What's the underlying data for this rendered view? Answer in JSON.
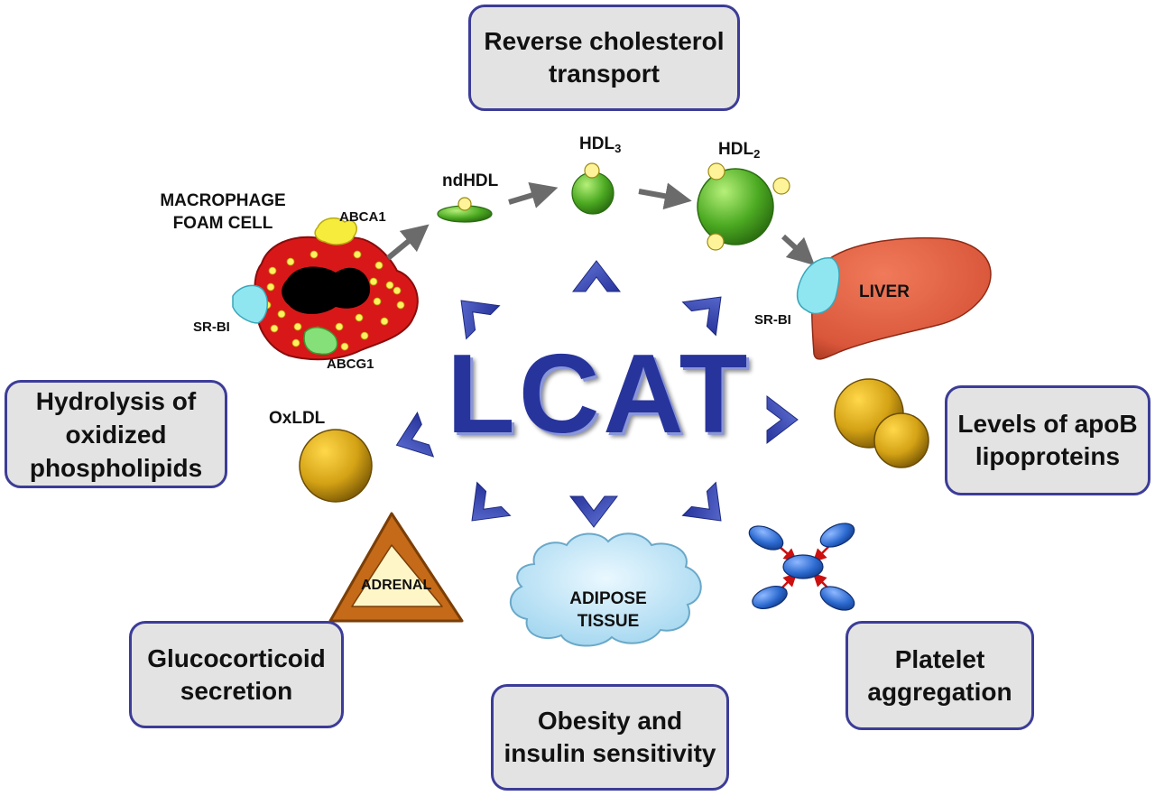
{
  "center": {
    "title": "LCAT"
  },
  "boxes": {
    "reverse_cholesterol": [
      "Reverse cholesterol",
      "transport"
    ],
    "hydrolysis": [
      "Hydrolysis of",
      "oxidized",
      "phospholipids"
    ],
    "apob": [
      "Levels of apoB",
      "lipoproteins"
    ],
    "glucocorticoid": [
      "Glucocorticoid",
      "secretion"
    ],
    "obesity": [
      "Obesity and",
      "insulin sensitivity"
    ],
    "platelet": [
      "Platelet",
      "aggregation"
    ]
  },
  "labels": {
    "macrophage": [
      "MACROPHAGE",
      "FOAM CELL"
    ],
    "abca1": "ABCA1",
    "abcg1": "ABCG1",
    "srbi_left": "SR-BI",
    "srbi_right": "SR-BI",
    "ndhdl": "ndHDL",
    "hdl3_base": "HDL",
    "hdl3_sub": "3",
    "hdl2_base": "HDL",
    "hdl2_sub": "2",
    "liver": "LIVER",
    "oxldl": "OxLDL",
    "adrenal": "ADRENAL",
    "adipose": [
      "ADIPOSE",
      "TISSUE"
    ]
  },
  "colors": {
    "box_fill": "#e3e3e3",
    "box_border": "#3c3c98",
    "lcat_text": "#27349c",
    "chevron": "#3a48b0",
    "gray_arrow": "#6b6b6b",
    "macrophage_red": "#d81818",
    "hdl_green": "#4caa22",
    "liver": "#d9563a",
    "srbi_cyan": "#8fe6f0",
    "apob_gold": "#d4a215",
    "platelet_blue": "#2c6ad0",
    "adrenal_brown": "#c46a18",
    "adipose_blue": "#bfe7f7"
  }
}
